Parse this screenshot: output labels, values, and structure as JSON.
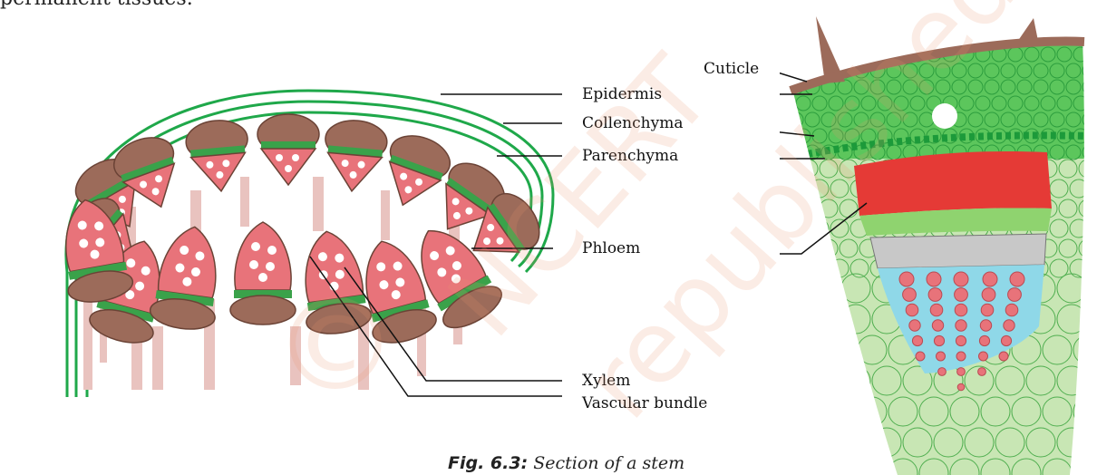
{
  "intro_text": "permanent tissues.",
  "caption": {
    "prefix": "Fig. 6.3:",
    "text": "Section of a stem"
  },
  "labels": {
    "cuticle": "Cuticle",
    "epidermis": "Epidermis",
    "collenchyma": "Collenchyma",
    "parenchyma": "Parenchyma",
    "phloem": "Phloem",
    "xylem": "Xylem",
    "vascular_bundle": "Vascular bundle"
  },
  "watermark": {
    "symbol": "©",
    "line1": "NCERT",
    "line2": "republished"
  },
  "colors": {
    "epidermis_green": "#1fa84a",
    "tissue_brown": "#9c6b5a",
    "xylem_pink": "#e8737a",
    "phloem_green": "#3aa24a",
    "stalk_pink": "#e9c3bf",
    "parenchyma_light": "#b8dd9c",
    "collenchyma_green": "#4fbf4f",
    "sclerenchyma_red": "#e53a36",
    "xylem_blue": "#7ccfe0",
    "cambium_grey": "#bdbdbd"
  }
}
